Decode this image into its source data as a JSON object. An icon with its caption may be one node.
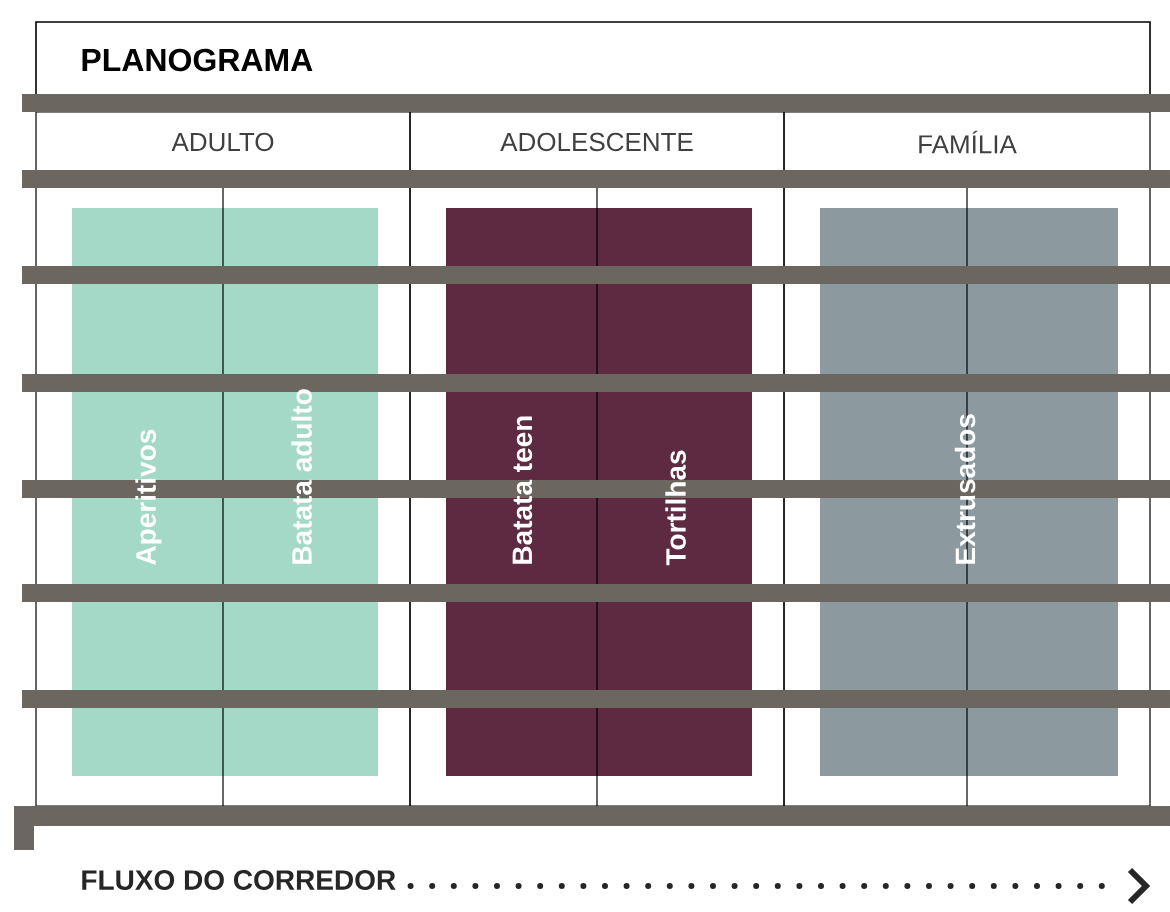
{
  "diagram": {
    "title": "PLANOGRAMA",
    "nodes": [
      {
        "text": [
          "ADULTO"
        ]
      },
      {
        "text": [
          "ADOLESCENTE"
        ]
      },
      {
        "text": [
          "FAMÍLIA"
        ]
      },
      {
        "text": [
          "Aperitivos",
          "Batata adulto"
        ],
        "in": 0
      },
      {
        "text": [
          "Batata teen",
          "Tortilhas"
        ],
        "in": 1
      },
      {
        "text": [
          "Extrusados"
        ],
        "in": 2
      }
    ],
    "labels": [
      "FLUXO DO CORREDOR"
    ]
  }
}
